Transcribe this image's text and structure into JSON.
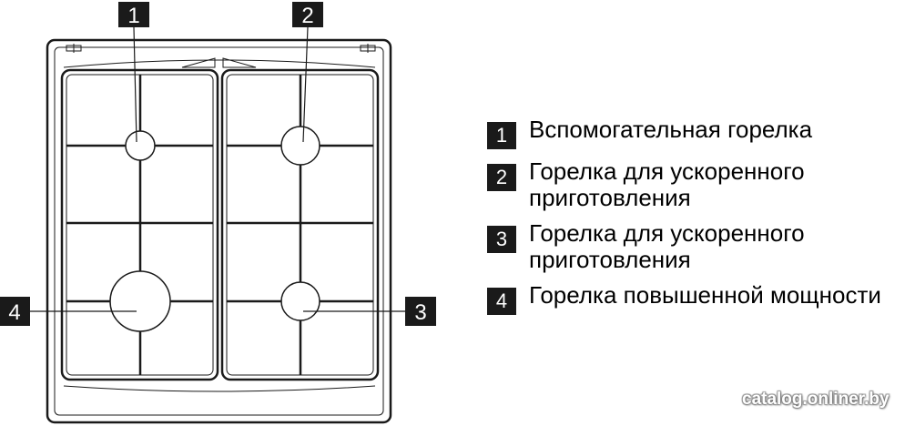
{
  "callouts": [
    {
      "number": "1"
    },
    {
      "number": "2"
    },
    {
      "number": "3"
    },
    {
      "number": "4"
    }
  ],
  "legend": [
    {
      "number": "1",
      "label": "Вспомогательная горелка"
    },
    {
      "number": "2",
      "label": "Горелка для ускоренного приготовления"
    },
    {
      "number": "3",
      "label": "Горелка для ускоренного приготовления"
    },
    {
      "number": "4",
      "label": "Горелка повышенной мощности"
    }
  ],
  "watermark": {
    "text": "catalog.onliner.by"
  },
  "colors": {
    "line": "#1a1a1a",
    "badge": "#1a1a1a"
  }
}
